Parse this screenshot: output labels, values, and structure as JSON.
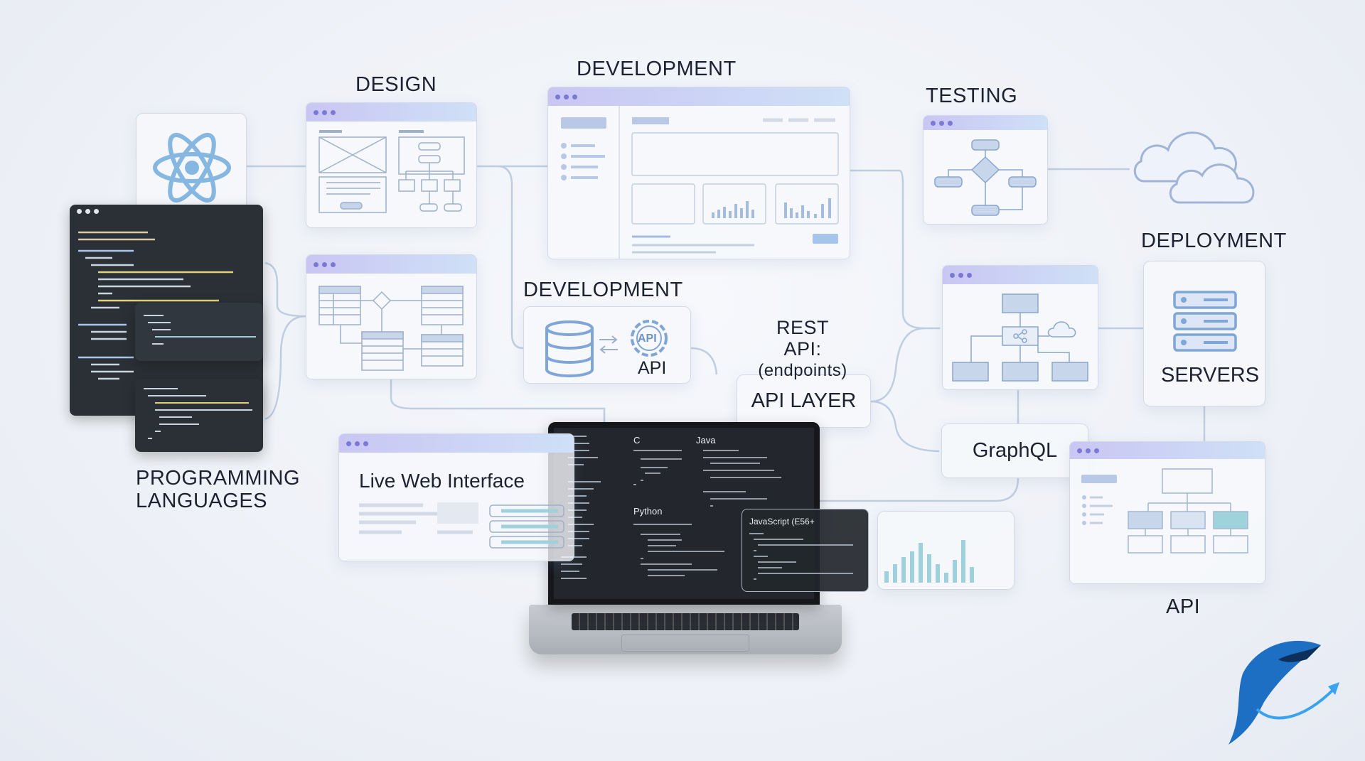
{
  "labels": {
    "design": "DESIGN",
    "development_top": "DEVELOPMENT",
    "testing": "TESTING",
    "deployment": "DEPLOYMENT",
    "development_mid": "DEVELOPMENT",
    "rest_api": "REST API:",
    "endpoints": "(endpoints)",
    "programming_languages_1": "PROGRAMMING",
    "programming_languages_2": "LANGUAGES",
    "api_bottom": "API"
  },
  "boxes": {
    "api_small": "API",
    "api_badge": "API",
    "api_layer": "API LAYER",
    "graphql": "GraphQL",
    "servers": "SERVERS",
    "live_web_interface": "Live Web Interface"
  },
  "laptop": {
    "sections": [
      "C",
      "Java",
      "Python"
    ],
    "js_panel_title": "JavaScript (E56+"
  },
  "colors": {
    "accent": "#7b78d6",
    "line": "#b9c6da",
    "icon_blue": "#7fa6d6",
    "teal": "#8fd1dc"
  }
}
